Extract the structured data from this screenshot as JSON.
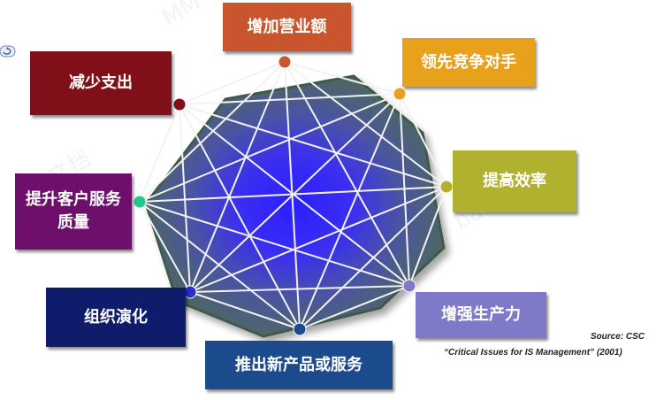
{
  "nodes": [
    {
      "id": "top",
      "label": "增加营业额",
      "color": "#c8552d"
    },
    {
      "id": "tr",
      "label": "领先竞争对手",
      "color": "#e8a11b"
    },
    {
      "id": "right",
      "label": "提高效率",
      "color": "#b0b22f"
    },
    {
      "id": "br",
      "label": "增强生产力",
      "color": "#7f79c9"
    },
    {
      "id": "bottom",
      "label": "推出新产品或服务",
      "color": "#1b4b8c"
    },
    {
      "id": "bl",
      "label": "组织演化",
      "color": "#0f1b6b"
    },
    {
      "id": "left",
      "label": "提升客户服务\n质量",
      "color": "#6e0f6c"
    },
    {
      "id": "tl",
      "label": "减少支出",
      "color": "#800f19"
    }
  ],
  "source": "Source: CSC",
  "reference": "“Critical Issues for IS Management” (2001)",
  "icons": {
    "refresh": "refresh-icon"
  }
}
